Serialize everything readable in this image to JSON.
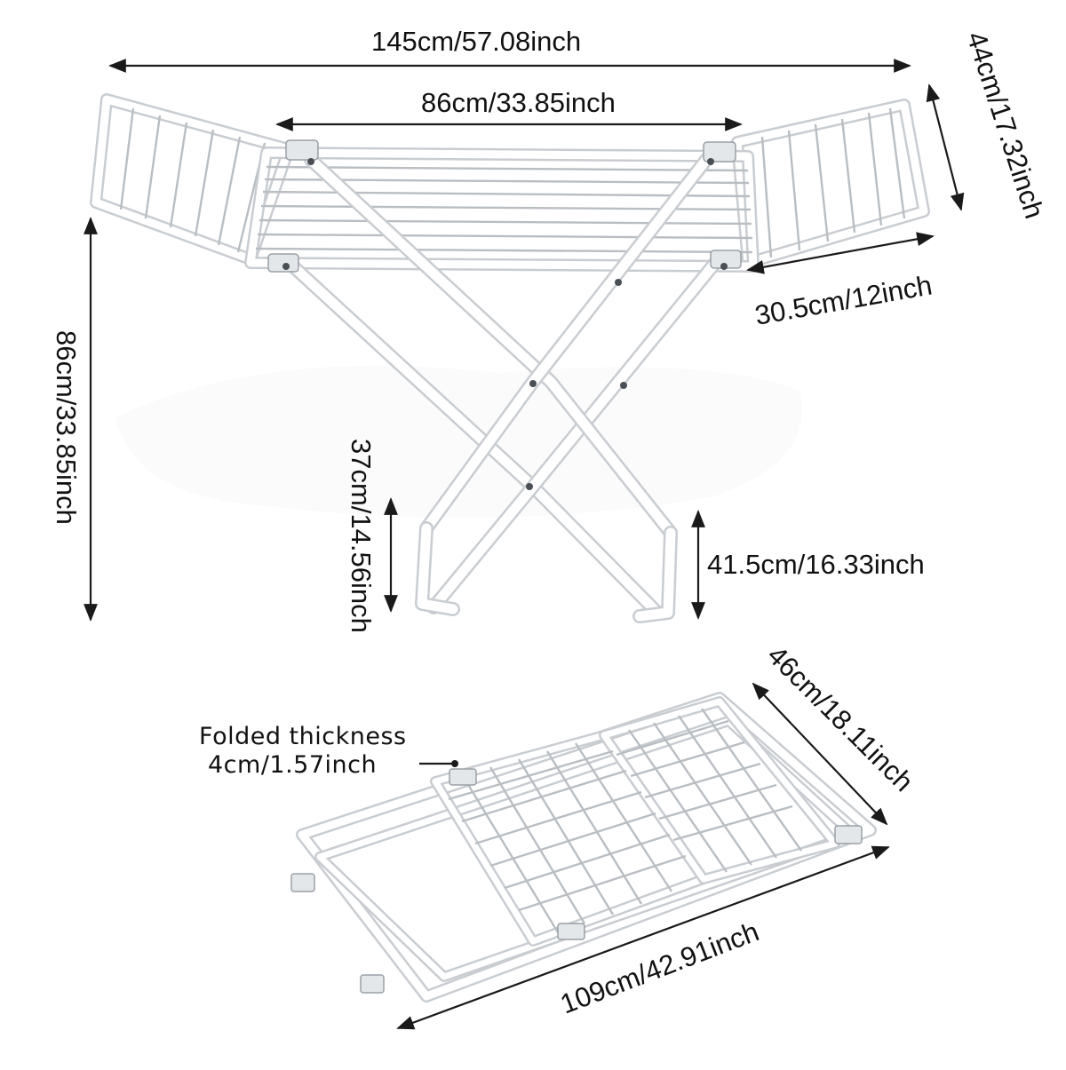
{
  "colors": {
    "background": "#ffffff",
    "frame": "#f7f8f9",
    "frame_shade": "#c9cdd1",
    "text": "#111111"
  },
  "dimensions": {
    "total_width": "145cm/57.08inch",
    "center_width": "86cm/33.85inch",
    "wing_length": "44cm/17.32inch",
    "wing_depth": "30.5cm/12inch",
    "height": "86cm/33.85inch",
    "leg_inner_height": "37cm/14.56inch",
    "leg_outer_height": "41.5cm/16.33inch",
    "folded_width": "46cm/18.11inch",
    "folded_length": "109cm/42.91inch"
  },
  "folded_thickness": {
    "label": "Folded thickness",
    "value": "4cm/1.57inch"
  }
}
